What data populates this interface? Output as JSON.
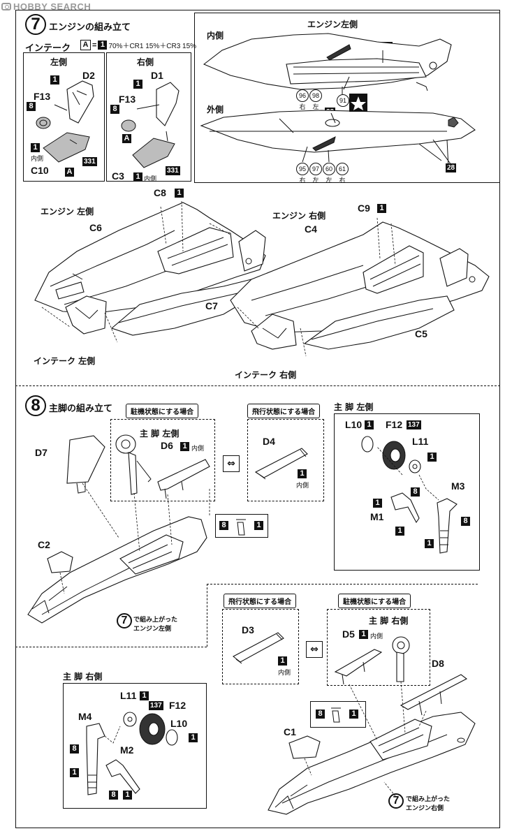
{
  "watermark": "HOBBY SEARCH",
  "step7": {
    "number": "7",
    "title": "エンジンの組み立て",
    "intake_label": "インテーク",
    "formula_tag": "A",
    "formula_eq": "=",
    "formula_tag2": "1",
    "formula_text": "70%＋CR1 15%＋CR3 15%",
    "left_side": {
      "heading": "左側",
      "parts": {
        "d": "D2",
        "f": "F13",
        "f_tag": "8",
        "d_tag": "1",
        "c": "C10",
        "c_tag": "A",
        "inner_tag": "1",
        "inner": "内側",
        "decal": "331"
      }
    },
    "right_side": {
      "heading": "右側",
      "parts": {
        "d": "D1",
        "f": "F13",
        "f_tag": "8",
        "d_tag": "1",
        "a_tag": "A",
        "c": "C3",
        "c_tag": "1",
        "inner": "内側",
        "decal": "331"
      }
    },
    "engine_left": {
      "heading": "エンジン左側",
      "inner": "内側",
      "outer": "外側",
      "decal_331": "331",
      "decal_33": "33",
      "decal_28": "28",
      "circles_top": [
        {
          "n": "96",
          "s": "右"
        },
        {
          "n": "98",
          "s": "左"
        },
        {
          "n": "91",
          "s": ""
        }
      ],
      "circles_bottom": [
        {
          "n": "95",
          "s": "右"
        },
        {
          "n": "97",
          "s": "左"
        },
        {
          "n": "60",
          "s": "左"
        },
        {
          "n": "61",
          "s": "右"
        }
      ]
    },
    "assembly": {
      "engine_left": "エンジン 左側",
      "engine_right": "エンジン 右側",
      "intake_left": "インテーク 左側",
      "intake_right": "インテーク 右側",
      "c8": "C8",
      "c6": "C6",
      "c7": "C7",
      "c9": "C9",
      "c4": "C4",
      "c5": "C5",
      "tag": "1"
    }
  },
  "step8": {
    "number": "8",
    "title": "主脚の組み立て",
    "parked": "駐機状態にする場合",
    "flight": "飛行状態にする場合",
    "main_gear_left": "主 脚 左側",
    "main_gear_right": "主 脚 右側",
    "inner": "内側",
    "d7": "D7",
    "d6": "D6",
    "d4": "D4",
    "c2": "C2",
    "d3": "D3",
    "d5": "D5",
    "d8": "D8",
    "c1": "C1",
    "tag1": "1",
    "tag8": "8",
    "tag137": "137",
    "left_gear": {
      "l10": "L10",
      "f12": "F12",
      "l11": "L11",
      "m1": "M1",
      "m3": "M3"
    },
    "right_gear": {
      "l11": "L11",
      "f12": "F12",
      "l10": "L10",
      "m4": "M4",
      "m2": "M2"
    },
    "ref_step": "7",
    "ref_left": "で組み上がった",
    "ref_left2": "エンジン左側",
    "ref_right": "で組み上がった",
    "ref_right2": "エンジン右側"
  }
}
